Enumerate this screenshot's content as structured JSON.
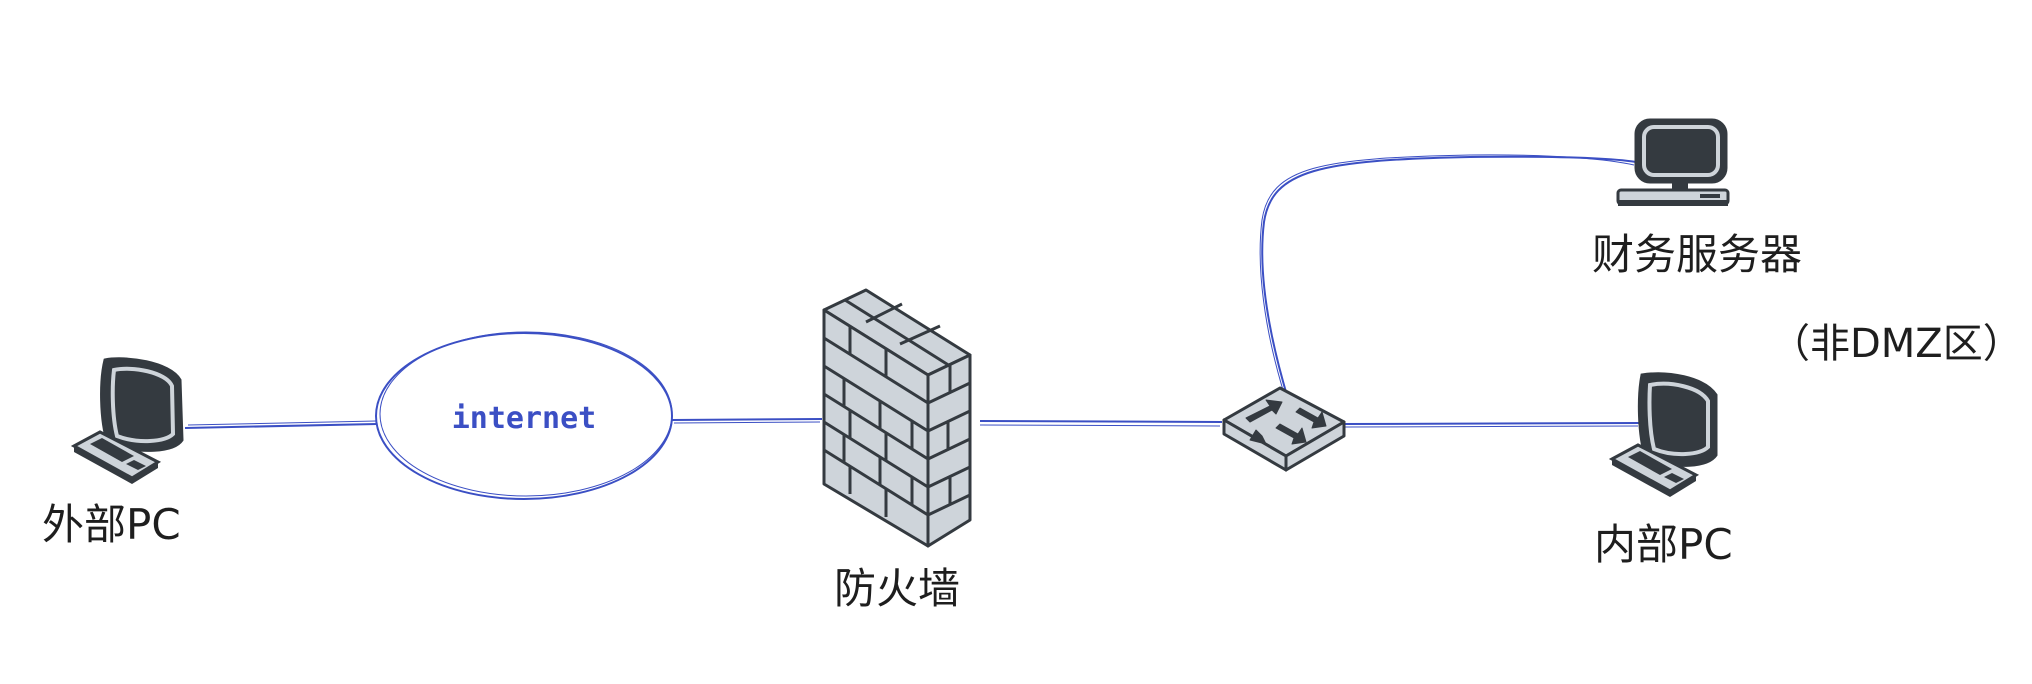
{
  "nodes": {
    "external_pc": {
      "label": "外部PC",
      "icon": "desktop-pc-icon"
    },
    "internet": {
      "label": "internet",
      "icon": "cloud-ellipse"
    },
    "firewall": {
      "label": "防火墙",
      "icon": "firewall-brick-icon"
    },
    "switch": {
      "label": "",
      "icon": "network-switch-icon"
    },
    "finance_server": {
      "label": "财务服务器",
      "icon": "server-terminal-icon"
    },
    "internal_pc": {
      "label": "内部PC",
      "icon": "desktop-pc-icon"
    }
  },
  "zone_note": "（非DMZ区）",
  "links": [
    {
      "from": "external_pc",
      "to": "internet"
    },
    {
      "from": "internet",
      "to": "firewall"
    },
    {
      "from": "firewall",
      "to": "switch"
    },
    {
      "from": "switch",
      "to": "finance_server"
    },
    {
      "from": "switch",
      "to": "internal_pc"
    }
  ],
  "colors": {
    "link": "#3b4fc4",
    "device_dark": "#343a40",
    "device_light": "#ced4da",
    "text": "#1e1e1e"
  }
}
